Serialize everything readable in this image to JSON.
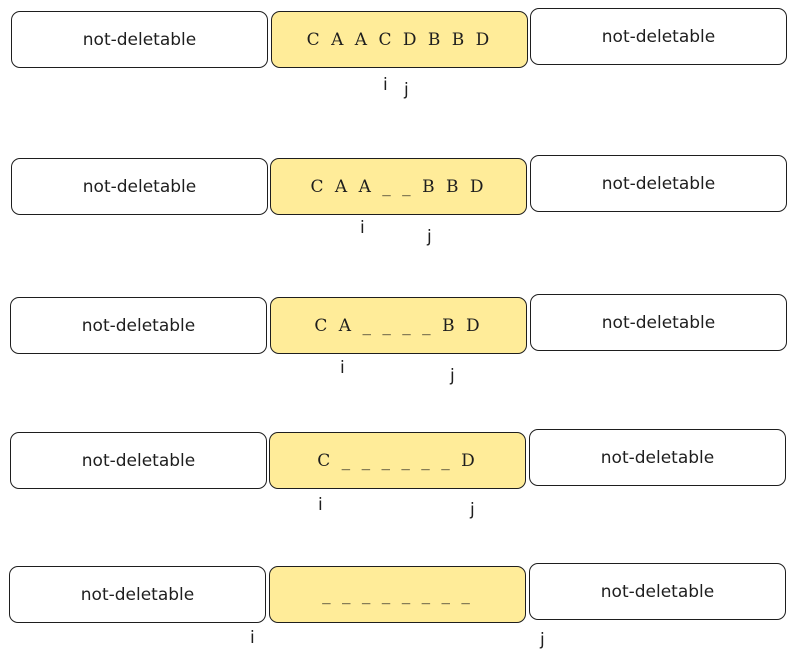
{
  "rows": [
    {
      "left": "not-deletable",
      "middle": "C A A C D B B D",
      "right": "not-deletable",
      "i": "i",
      "j": "j"
    },
    {
      "left": "not-deletable",
      "middle": "C A A _ _ B B D",
      "right": "not-deletable",
      "i": "i",
      "j": "j"
    },
    {
      "left": "not-deletable",
      "middle": "C A _ _ _ _ B D",
      "right": "not-deletable",
      "i": "i",
      "j": "j"
    },
    {
      "left": "not-deletable",
      "middle": "C _ _ _ _ _ _ D",
      "right": "not-deletable",
      "i": "i",
      "j": "j"
    },
    {
      "left": "not-deletable",
      "middle": "_ _ _ _ _ _ _ _",
      "right": "not-deletable",
      "i": "i",
      "j": "j"
    }
  ],
  "colors": {
    "highlight": "#ffec99",
    "stroke": "#1e1e1e",
    "background": "#ffffff"
  }
}
